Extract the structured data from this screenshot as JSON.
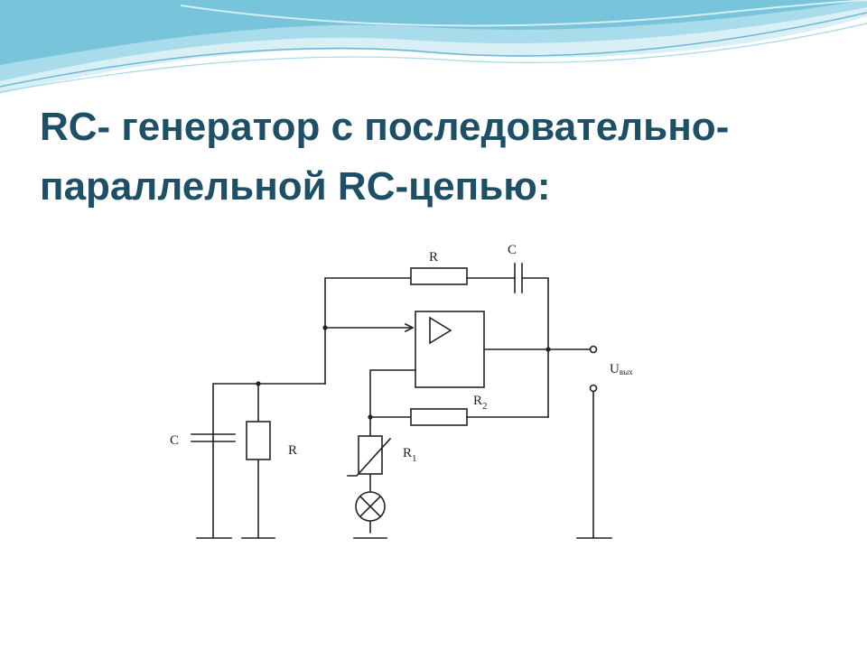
{
  "title": {
    "line1": "RC- генератор с последовательно-",
    "line2": "параллельной RC-цепью:"
  },
  "colors": {
    "title": "#1d4f66",
    "wave_light": "#cfeaf3",
    "wave_mid": "#8fcfe1",
    "wave_dark": "#3e9fc4",
    "wire": "#222222"
  },
  "diagram": {
    "labels": {
      "series_resistor": "R",
      "series_capacitor": "C",
      "shunt_capacitor": "C",
      "shunt_resistor": "R",
      "feedback_resistor": "R",
      "feedback_resistor_sub": "2",
      "thermistor": "R",
      "thermistor_sub": "1",
      "output_voltage": "U",
      "output_voltage_sub": "вых"
    },
    "icons": {
      "op_amp": "op-amp-triangle",
      "lamp": "lamp-cross-circle",
      "ground": "ground-symbol"
    }
  }
}
